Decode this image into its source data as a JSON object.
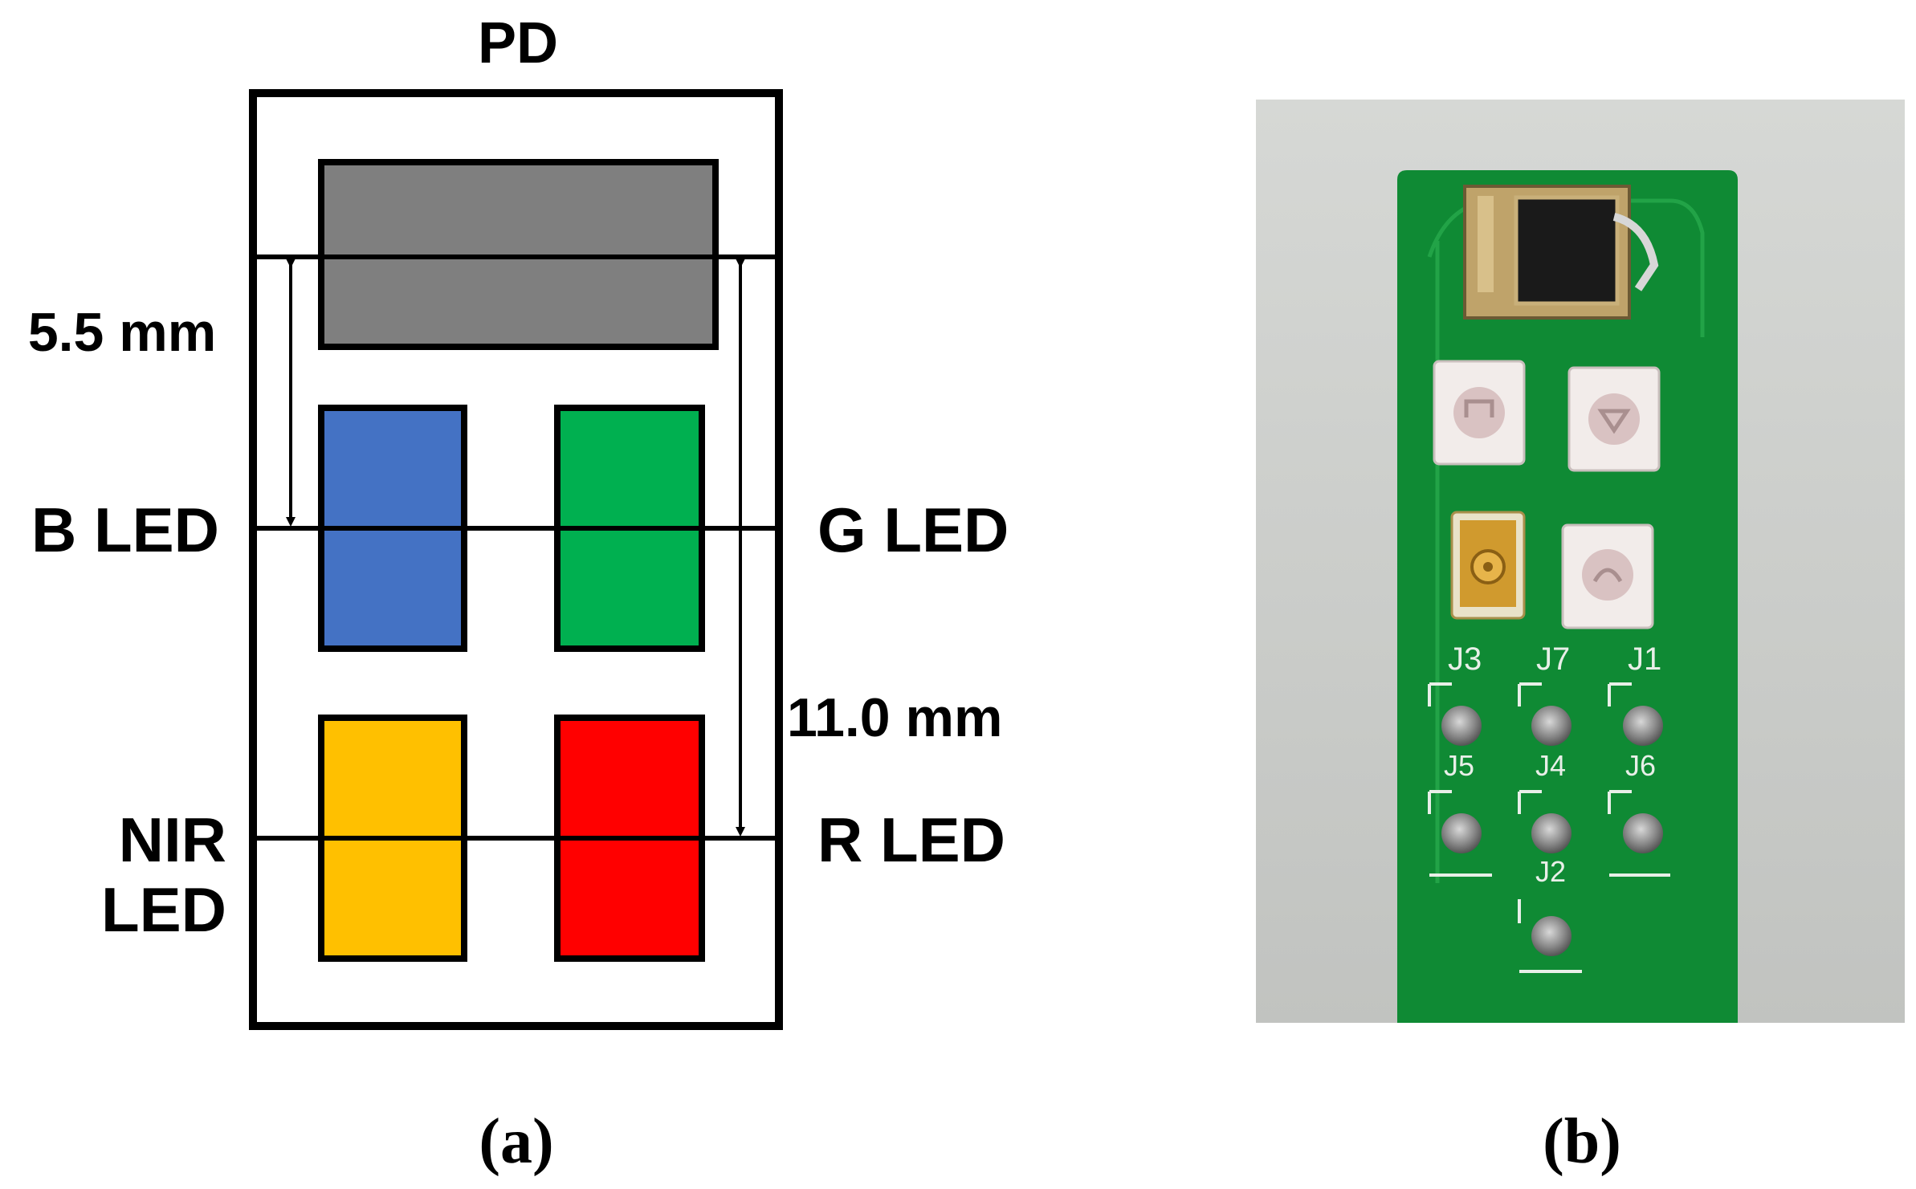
{
  "panel_a": {
    "title": "PD",
    "dim_short": "5.5 mm",
    "dim_long": "11.0 mm",
    "left_labels": {
      "b_led": "B LED",
      "nir_line1": "NIR",
      "nir_line2": "LED"
    },
    "right_labels": {
      "g_led": "G LED",
      "r_led": "R LED"
    },
    "caption": "(a)",
    "colors": {
      "pd": "#7f7f7f",
      "blue": "#4472c4",
      "green": "#00b050",
      "yellow": "#ffc000",
      "red": "#ff0000"
    }
  },
  "panel_b": {
    "caption": "(b)",
    "silkscreen": [
      "J3",
      "J7",
      "J1",
      "J5",
      "J4",
      "J6",
      "J2"
    ],
    "colors": {
      "background": "#c9cbc8",
      "pcb": "#0f8a34",
      "pad": "#8f8f8f"
    }
  }
}
